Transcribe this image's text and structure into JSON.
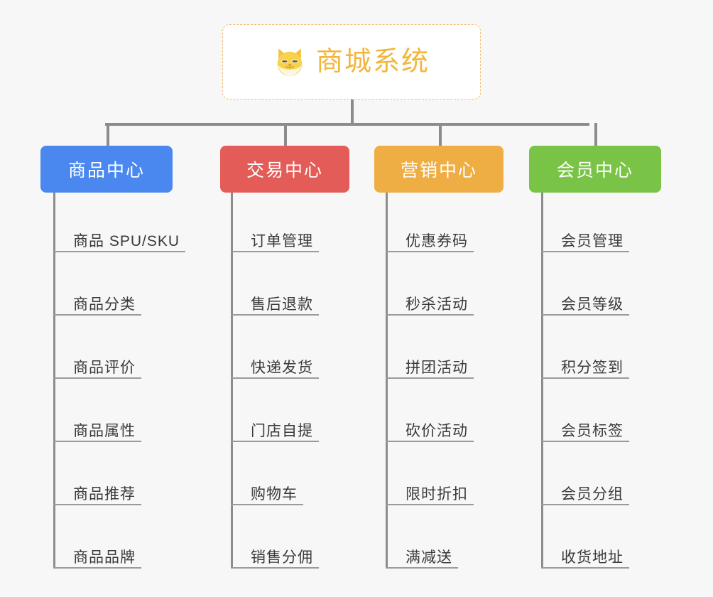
{
  "background_color": "#f7f7f7",
  "root": {
    "title": "商城系统",
    "icon": "shiba-dog-icon",
    "text_color": "#f2b63c",
    "border_color": "#f0bf72"
  },
  "connector_color": "#8c8c8c",
  "leaf_line_color": "#9a9a9a",
  "columns": [
    {
      "title": "商品中心",
      "color": "#4a88ef",
      "items": [
        "商品 SPU/SKU",
        "商品分类",
        "商品评价",
        "商品属性",
        "商品推荐",
        "商品品牌"
      ]
    },
    {
      "title": "交易中心",
      "color": "#e45c57",
      "items": [
        "订单管理",
        "售后退款",
        "快递发货",
        "门店自提",
        "购物车",
        "销售分佣"
      ]
    },
    {
      "title": "营销中心",
      "color": "#eeae44",
      "items": [
        "优惠券码",
        "秒杀活动",
        "拼团活动",
        "砍价活动",
        "限时折扣",
        "满减送"
      ]
    },
    {
      "title": "会员中心",
      "color": "#79c346",
      "items": [
        "会员管理",
        "会员等级",
        "积分签到",
        "会员标签",
        "会员分组",
        "收货地址"
      ]
    }
  ]
}
